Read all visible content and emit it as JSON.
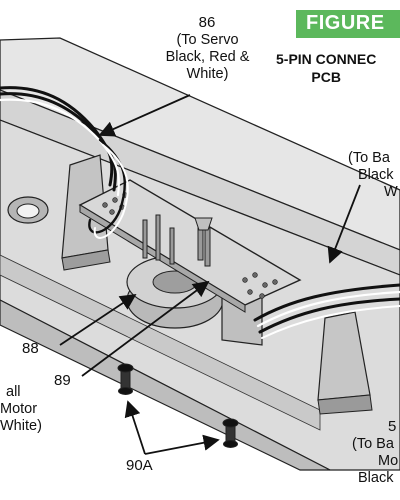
{
  "figure": {
    "badge": "FIGURE",
    "title_line1": "5-PIN CONNEC",
    "title_line2": "PCB"
  },
  "callouts": {
    "c86": {
      "number": "86",
      "lines": [
        "(To Servo",
        "Black, Red &",
        "White)"
      ]
    },
    "c87": {
      "lines": [
        "(To Ba",
        "Black",
        "W"
      ]
    },
    "c88": {
      "number": "88"
    },
    "c89": {
      "number": "89"
    },
    "c90a": {
      "number": "90A"
    },
    "left_partial": {
      "lines": [
        "all",
        "Motor",
        "White)"
      ]
    },
    "c5x": {
      "number": "5",
      "lines": [
        "(To Ba",
        "Mo",
        "Black"
      ]
    }
  },
  "colors": {
    "badge": "#5cb85c",
    "housing_light": "#e6e6e6",
    "housing_mid": "#cfcfcf",
    "housing_dark": "#9a9a9a",
    "pcb": "#d8d8d8",
    "wire": "#111111"
  }
}
